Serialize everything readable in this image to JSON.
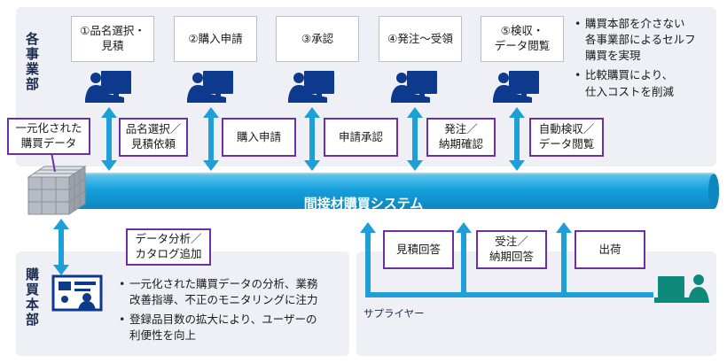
{
  "departments": {
    "label": "各事業部",
    "steps": [
      "①品名選択・\n見積",
      "②購入申請",
      "③承認",
      "④発注〜受領",
      "⑤検収・\nデータ閲覧"
    ],
    "bullets": [
      "購買本部を介さない\n各事業部によるセルフ\n購買を実現",
      "比較購買により、\n仕入コストを削減"
    ]
  },
  "flows": [
    "品名選択／\n見積依頼",
    "購入申請",
    "申請承認",
    "発注／\n納期確認",
    "自動検収／\nデータ閲覧"
  ],
  "data_store": {
    "label": "一元化された\n購買データ"
  },
  "system": {
    "label": "間接材購買システム"
  },
  "purchasing": {
    "label": "購買本部",
    "flow": "データ分析／\nカタログ追加",
    "bullets": [
      "一元化された購買データの分析、業務\n改善指導、不正のモニタリングに注力",
      "登録品目数の拡大により、ユーザーの\n利便性を向上"
    ]
  },
  "supplier": {
    "label": "サプライヤー",
    "flows": [
      "見積回答",
      "受注／\n納期回答",
      "出荷"
    ]
  },
  "colors": {
    "accent_purple": "#6b2fa8",
    "arrow_blue": "#1e9fd8",
    "system_blue": "#14a0dc",
    "panel_bg": "#eef0f5",
    "user_icon": "#0d3a8c",
    "supplier_icon": "#0e8a7c"
  }
}
